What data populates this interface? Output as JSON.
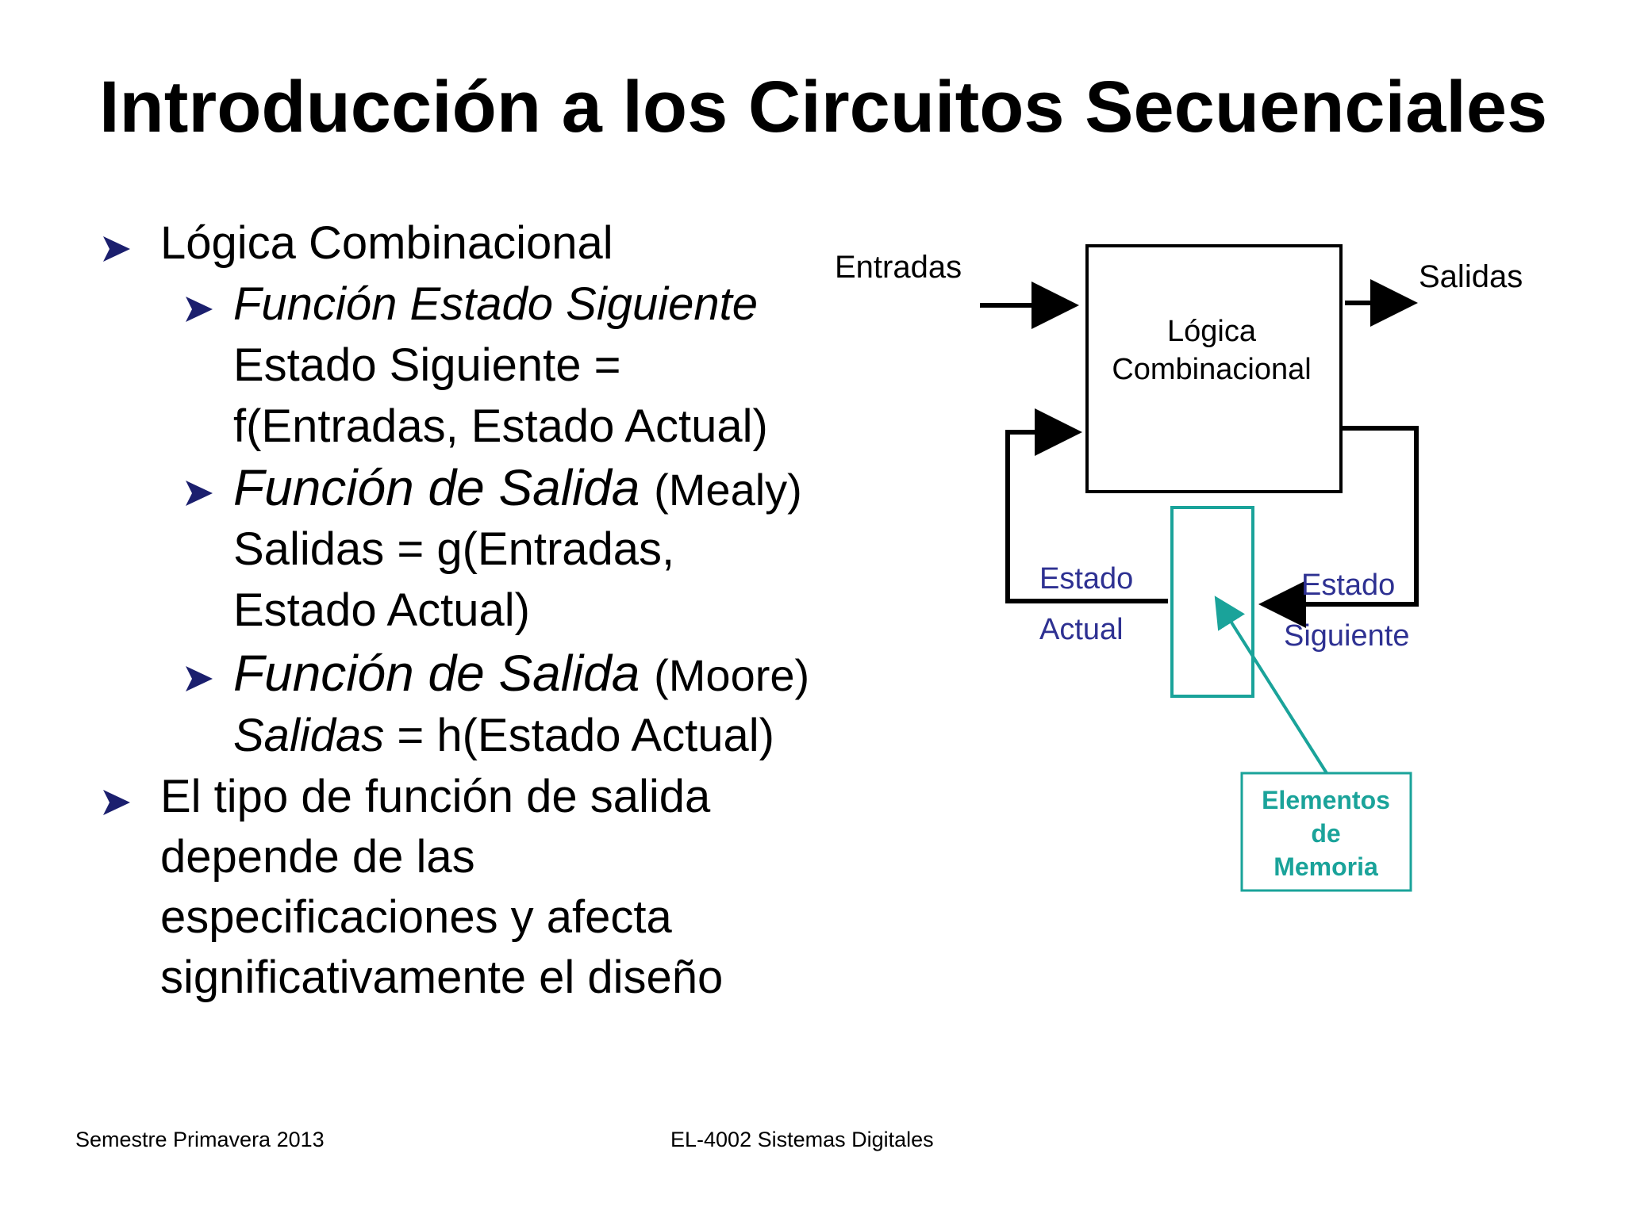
{
  "slide": {
    "title": "Introducción a los Circuitos Secuenciales"
  },
  "bullets": {
    "b1": "Lógica Combinacional",
    "b1_1": "Función Estado Siguiente",
    "b1_1_text1": "Estado Siguiente =",
    "b1_1_text2": "f(Entradas, Estado Actual)",
    "b1_2_title": "Función de Salida",
    "b1_2_paren": "(Mealy)",
    "b1_2_text1": "Salidas = g(Entradas,",
    "b1_2_text2": "Estado Actual)",
    "b1_3_title": "Función de Salida",
    "b1_3_paren": "(Moore)",
    "b1_3_text_it": "Salidas",
    "b1_3_text_rest": " = h(Estado Actual)",
    "b2_line1": "El tipo de función de salida",
    "b2_line2": "depende de las",
    "b2_line3": "especificaciones y afecta",
    "b2_line4": "significativamente el diseño"
  },
  "diagram": {
    "inputs_label": "Entradas",
    "outputs_label": "Salidas",
    "logic_label_line1": "Lógica",
    "logic_label_line2": "Combinacional",
    "current_state_line1": "Estado",
    "current_state_line2": "Actual",
    "next_state_line1": "Estado",
    "next_state_line2": "Siguiente",
    "memory_line1": "Elementos",
    "memory_line2": "de",
    "memory_line3": "Memoria",
    "colors": {
      "state_label": "#2e3192",
      "memory": "#1aa39a",
      "lines": "#000000"
    }
  },
  "footer": {
    "left": "Semestre Primavera 2013",
    "center": "EL-4002 Sistemas Digitales"
  }
}
